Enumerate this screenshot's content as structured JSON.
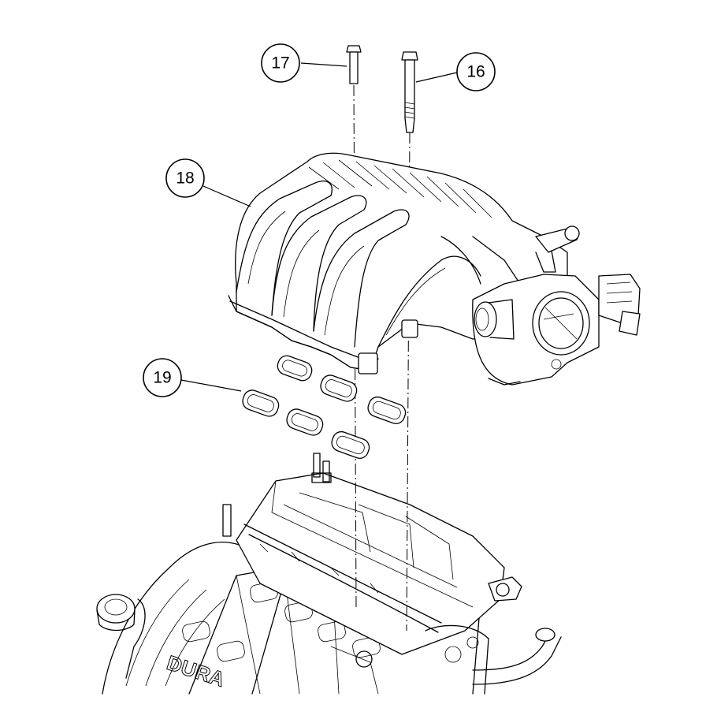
{
  "callouts": [
    {
      "id": "17",
      "label": "17"
    },
    {
      "id": "16",
      "label": "16"
    },
    {
      "id": "18",
      "label": "18"
    },
    {
      "id": "19",
      "label": "19"
    }
  ],
  "casting_text": "DURA"
}
